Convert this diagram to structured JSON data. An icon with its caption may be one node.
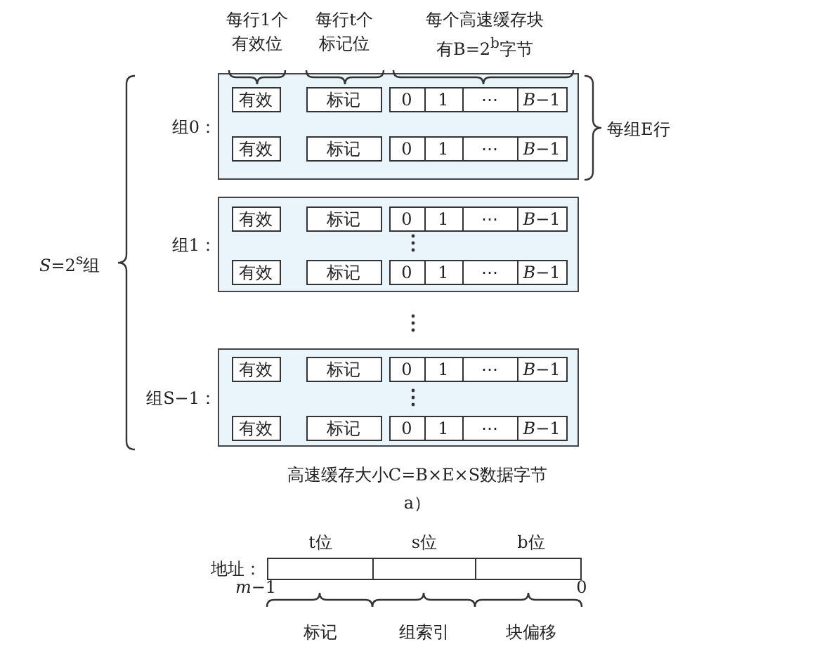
{
  "diagram": {
    "caption": "高速缓存大小C=B×E×S数据字节",
    "nodes": [
      {
        "text": [
          "组0："
        ]
      },
      {
        "text": [
          "有效"
        ],
        "in": 0
      },
      {
        "text": [
          "标记"
        ],
        "in": 0
      },
      {
        "text": [
          "0"
        ],
        "in": 0
      },
      {
        "text": [
          "1"
        ],
        "in": 0
      },
      {
        "text": [
          "⋯"
        ],
        "in": 0
      },
      {
        "text": [
          "*B*−1"
        ],
        "in": 0
      },
      {
        "text": [
          "有效"
        ],
        "in": 0
      },
      {
        "text": [
          "标记"
        ],
        "in": 0
      },
      {
        "text": [
          "0"
        ],
        "in": 0
      },
      {
        "text": [
          "1"
        ],
        "in": 0
      },
      {
        "text": [
          "⋯"
        ],
        "in": 0
      },
      {
        "text": [
          "*B*−1"
        ],
        "in": 0
      },
      {
        "text": [
          "组1："
        ]
      },
      {
        "text": [
          "有效"
        ],
        "in": 13
      },
      {
        "text": [
          "标记"
        ],
        "in": 13
      },
      {
        "text": [
          "0"
        ],
        "in": 13
      },
      {
        "text": [
          "1"
        ],
        "in": 13
      },
      {
        "text": [
          "⋯"
        ],
        "in": 13
      },
      {
        "text": [
          "*B*−1"
        ],
        "in": 13
      },
      {
        "text": [
          "有效"
        ],
        "in": 13
      },
      {
        "text": [
          "标记"
        ],
        "in": 13
      },
      {
        "text": [
          "0"
        ],
        "in": 13
      },
      {
        "text": [
          "1"
        ],
        "in": 13
      },
      {
        "text": [
          "⋯"
        ],
        "in": 13
      },
      {
        "text": [
          "*B*−1"
        ],
        "in": 13
      },
      {
        "text": [
          "组S−1："
        ]
      },
      {
        "text": [
          "有效"
        ],
        "in": 26
      },
      {
        "text": [
          "标记"
        ],
        "in": 26
      },
      {
        "text": [
          "0"
        ],
        "in": 26
      },
      {
        "text": [
          "1"
        ],
        "in": 26
      },
      {
        "text": [
          "⋯"
        ],
        "in": 26
      },
      {
        "text": [
          "*B*−1"
        ],
        "in": 26
      },
      {
        "text": [
          "有效"
        ],
        "in": 26
      },
      {
        "text": [
          "标记"
        ],
        "in": 26
      },
      {
        "text": [
          "0"
        ],
        "in": 26
      },
      {
        "text": [
          "1"
        ],
        "in": 26
      },
      {
        "text": [
          "⋯"
        ],
        "in": 26
      },
      {
        "text": [
          "*B*−1"
        ],
        "in": 26
      },
      {
        "text": [],
        "shape": "box",
        "beside": [
          "地址："
        ]
      },
      {
        "text": [],
        "shape": "box"
      },
      {
        "text": [],
        "shape": "box"
      }
    ],
    "labels": [
      "每行1个有效位",
      "每行t个标记位",
      "每个高速缓存块有B=2$^{b}$字节",
      "每组E行",
      "*S*=2$^{s}$组",
      "a）",
      "t位",
      "s位",
      "b位",
      "*m*−1",
      "0",
      "标记",
      "组索引",
      "块偏移"
    ]
  }
}
